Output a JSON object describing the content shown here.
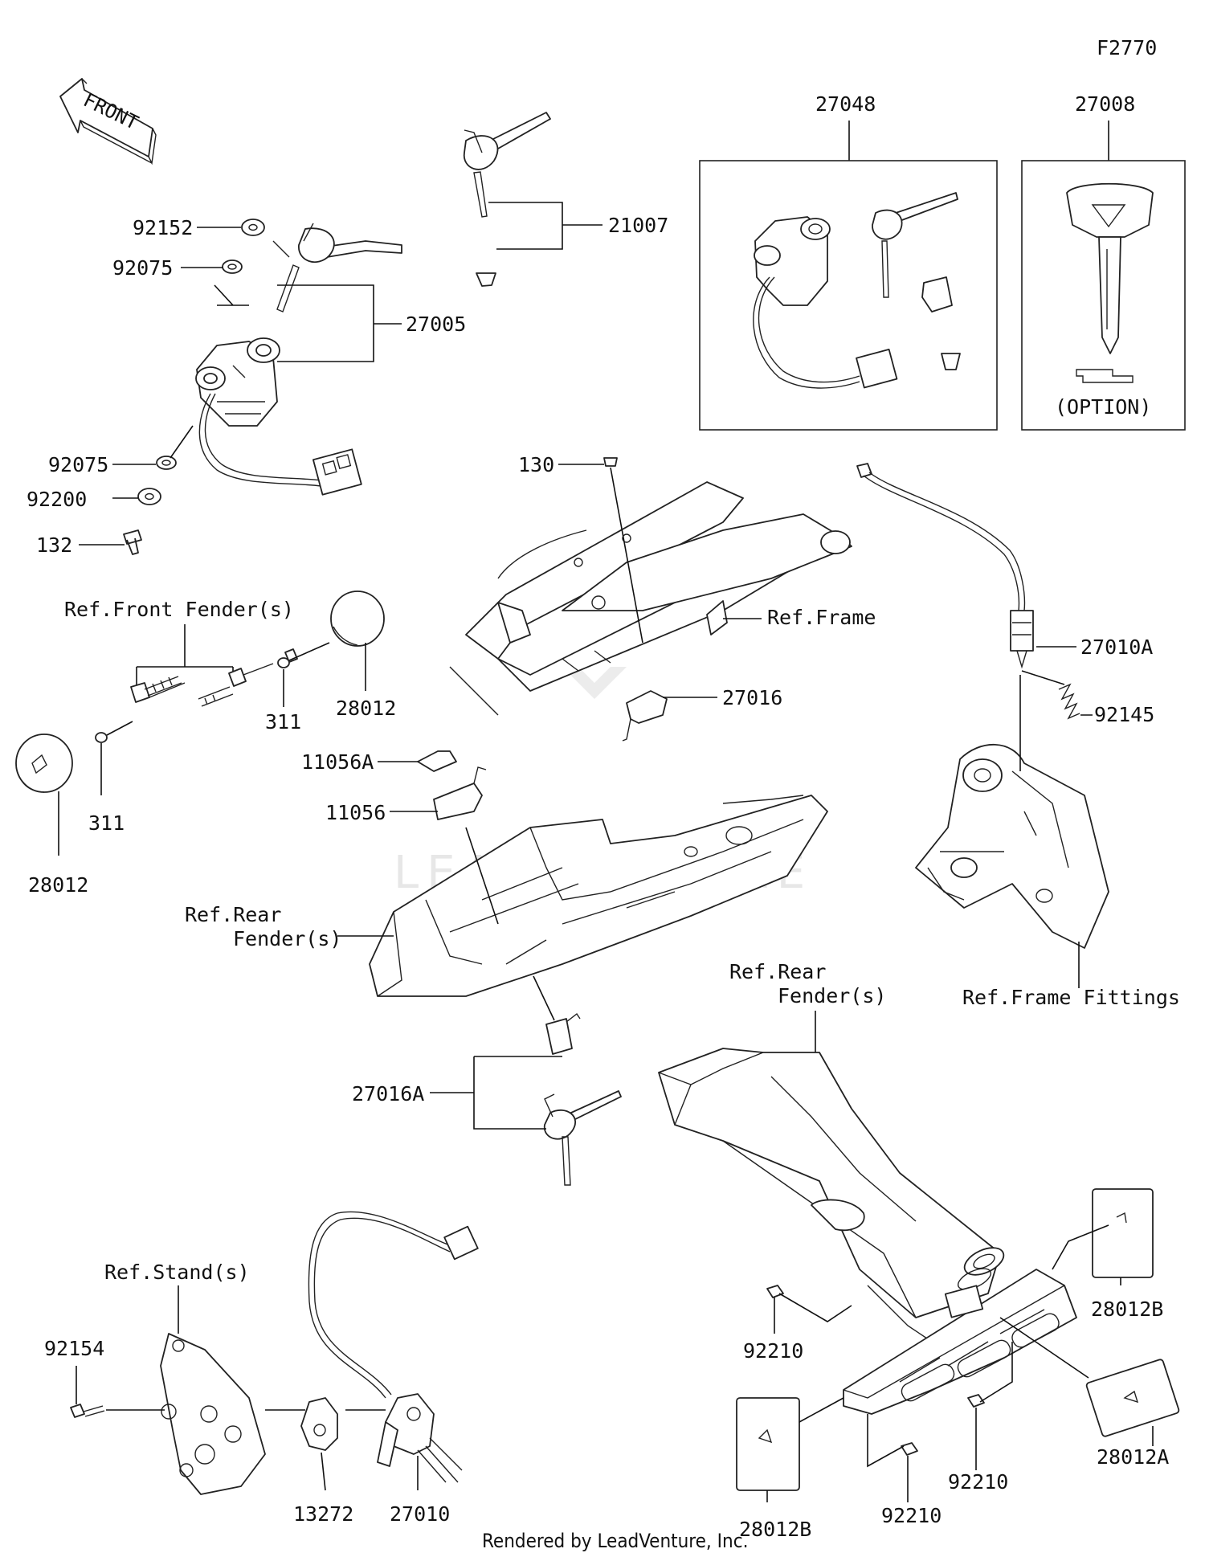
{
  "diagram_code": "F2770",
  "front_arrow": "FRONT",
  "watermark": "LEADVENTURE",
  "footer": "Rendered by LeadVenture, Inc.",
  "option_note": "(OPTION)",
  "part_labels": {
    "p92152": "92152",
    "p92075a": "92075",
    "p27005": "27005",
    "p92075b": "92075",
    "p92200": "92200",
    "p132": "132",
    "p21007": "21007",
    "p27048": "27048",
    "p27008": "27008",
    "p130": "130",
    "p27010A": "27010A",
    "p92145": "92145",
    "p27016": "27016",
    "p311a": "311",
    "p28012a": "28012",
    "p311b": "311",
    "p28012b": "28012",
    "p11056A": "11056A",
    "p11056": "11056",
    "p27016A": "27016A",
    "p92154": "92154",
    "p13272": "13272",
    "p27010": "27010",
    "p92210a": "92210",
    "p28012B_top": "28012B",
    "p28012A": "28012A",
    "p92210b": "92210",
    "p28012B_bot": "28012B",
    "p92210c": "92210"
  },
  "ref_labels": {
    "front_fender": "Ref.Front Fender(s)",
    "frame": "Ref.Frame",
    "rear_fender_1_line1": "Ref.Rear",
    "rear_fender_1_line2": "Fender(s)",
    "rear_fender_2_line1": "Ref.Rear",
    "rear_fender_2_line2": "Fender(s)",
    "frame_fittings": "Ref.Frame Fittings",
    "stand": "Ref.Stand(s)"
  }
}
